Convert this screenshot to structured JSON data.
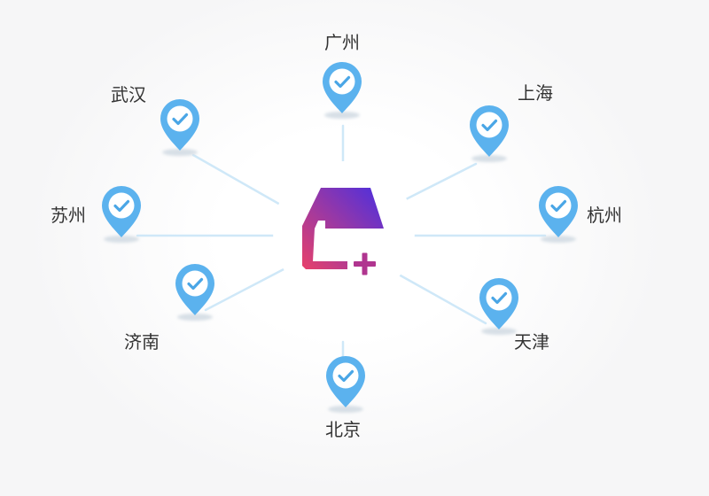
{
  "diagram": {
    "hub": {
      "logo_icon": "store-plus-icon",
      "colors": {
        "gradient_start": "#e8416a",
        "gradient_end": "#4a2fe0",
        "plus": "#b0358f"
      }
    },
    "connector_color": "#cfe8f8",
    "pin_color": "#5bb2ee",
    "pin_shadow_color": "#d7dfe6",
    "check_color": "#4aa6e6",
    "cities": [
      {
        "id": "guangzhou",
        "label": "广州"
      },
      {
        "id": "shanghai",
        "label": "上海"
      },
      {
        "id": "hangzhou",
        "label": "杭州"
      },
      {
        "id": "tianjin",
        "label": "天津"
      },
      {
        "id": "beijing",
        "label": "北京"
      },
      {
        "id": "jinan",
        "label": "济南"
      },
      {
        "id": "suzhou",
        "label": "苏州"
      },
      {
        "id": "wuhan",
        "label": "武汉"
      }
    ]
  }
}
